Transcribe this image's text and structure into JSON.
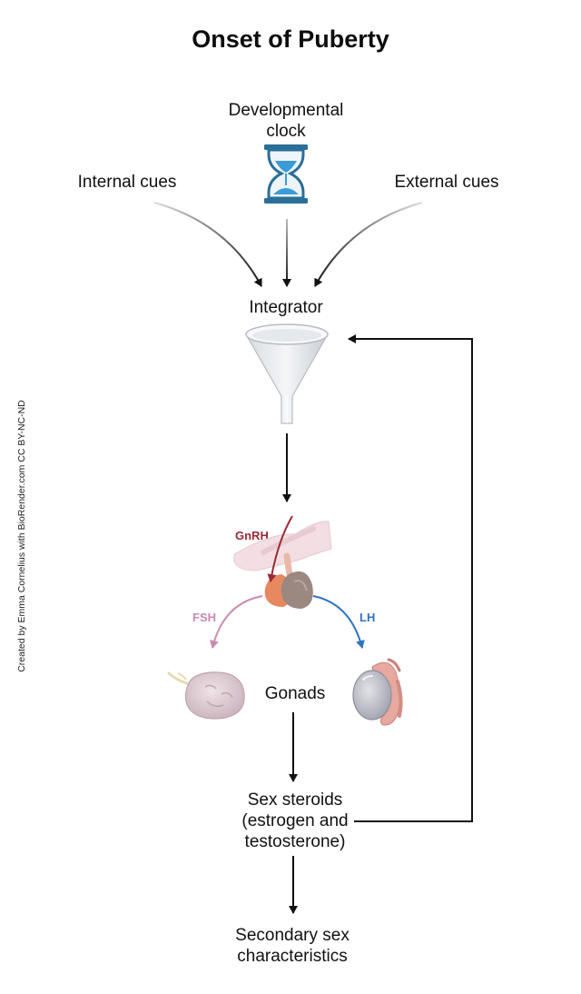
{
  "title": "Onset of Puberty",
  "nodes": {
    "developmental_clock_line1": "Developmental",
    "developmental_clock_line2": "clock",
    "internal_cues": "Internal cues",
    "external_cues": "External cues",
    "integrator": "Integrator",
    "gonads": "Gonads",
    "sex_steroids_line1": "Sex steroids",
    "sex_steroids_line2": "(estrogen and",
    "sex_steroids_line3": "testosterone)",
    "secondary_line1": "Secondary sex",
    "secondary_line2": "characteristics"
  },
  "hormones": {
    "gnrh": "GnRH",
    "fsh": "FSH",
    "lh": "LH"
  },
  "credit": "Created by Emma Cornelius with BioRender.com CC BY-NC-ND",
  "icons": {
    "clock": "hourglass-icon",
    "integrator": "funnel-icon",
    "pituitary": "hypothalamus-pituitary-icon",
    "ovary": "ovary-icon",
    "testis": "testis-icon"
  },
  "colors": {
    "gnrh": "#9b2a35",
    "fsh": "#c98bb0",
    "lh": "#2f74c0",
    "hourglass": "#2a6f97",
    "sand": "#3a9bd6"
  }
}
